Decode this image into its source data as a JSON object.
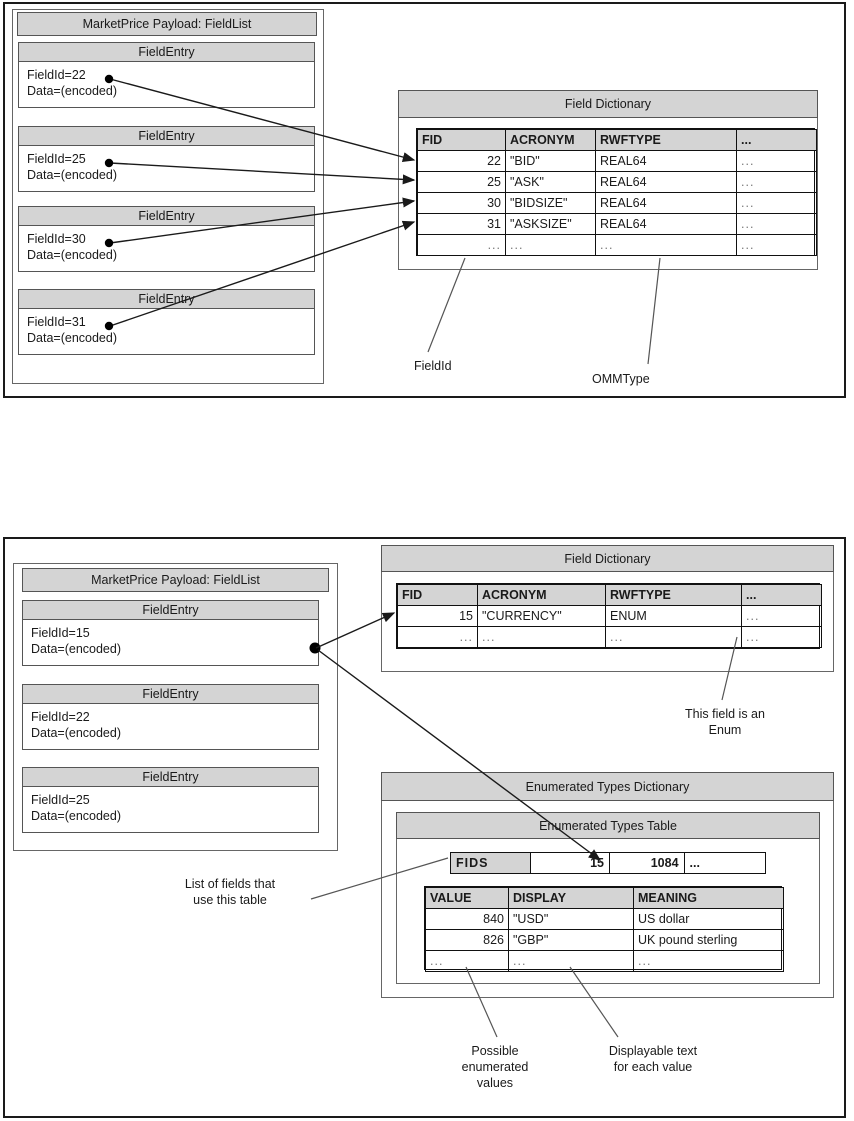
{
  "figure_top": {
    "payload_panel": {
      "title": "MarketPrice Payload: FieldList",
      "entries": [
        {
          "header": "FieldEntry",
          "field_id": "FieldId=22",
          "data": "Data=(encoded)"
        },
        {
          "header": "FieldEntry",
          "field_id": "FieldId=25",
          "data": "Data=(encoded)"
        },
        {
          "header": "FieldEntry",
          "field_id": "FieldId=30",
          "data": "Data=(encoded)"
        },
        {
          "header": "FieldEntry",
          "field_id": "FieldId=31",
          "data": "Data=(encoded)"
        }
      ]
    },
    "field_dictionary": {
      "title": "Field Dictionary",
      "columns": [
        "FID",
        "ACRONYM",
        "RWFTYPE",
        "..."
      ],
      "rows": [
        [
          "22",
          "\"BID\"",
          "REAL64",
          "..."
        ],
        [
          "25",
          "\"ASK\"",
          "REAL64",
          "..."
        ],
        [
          "30",
          "\"BIDSIZE\"",
          "REAL64",
          "..."
        ],
        [
          "31",
          "\"ASKSIZE\"",
          "REAL64",
          "..."
        ],
        [
          "...",
          "...",
          "...",
          "..."
        ]
      ]
    },
    "callouts": [
      {
        "text": "FieldId"
      },
      {
        "text": "OMMType"
      }
    ]
  },
  "figure_bottom": {
    "payload_panel": {
      "title": "MarketPrice Payload: FieldList",
      "entries": [
        {
          "header": "FieldEntry",
          "field_id": "FieldId=15",
          "data": "Data=(encoded)"
        },
        {
          "header": "FieldEntry",
          "field_id": "FieldId=22",
          "data": "Data=(encoded)"
        },
        {
          "header": "FieldEntry",
          "field_id": "FieldId=25",
          "data": "Data=(encoded)"
        }
      ]
    },
    "field_dictionary": {
      "title": "Field Dictionary",
      "columns": [
        "FID",
        "ACRONYM",
        "RWFTYPE",
        "..."
      ],
      "rows": [
        [
          "15",
          "\"CURRENCY\"",
          "ENUM",
          "..."
        ],
        [
          "...",
          "...",
          "...",
          "..."
        ]
      ]
    },
    "enum_dictionary": {
      "title": "Enumerated Types Dictionary",
      "table_title": "Enumerated Types Table",
      "fids_label": "FIDS",
      "fids_values": [
        "15",
        "1084",
        "..."
      ],
      "columns": [
        "VALUE",
        "DISPLAY",
        "MEANING"
      ],
      "rows": [
        [
          "840",
          "\"USD\"",
          "US dollar"
        ],
        [
          "826",
          "\"GBP\"",
          "UK pound sterling"
        ],
        [
          "...",
          "...",
          "..."
        ]
      ]
    },
    "callouts": [
      {
        "text_line1": "This field is an",
        "text_line2": "Enum"
      },
      {
        "text_line1": "List of fields that",
        "text_line2": "use this table"
      },
      {
        "text_line1": "Possible",
        "text_line2": "enumerated",
        "text_line3": "values"
      },
      {
        "text_line1": "Displayable text",
        "text_line2": "for each value"
      }
    ]
  },
  "colors": {
    "header_fill": "#d4d4d4",
    "line": "#1a1a1a",
    "background": "#ffffff"
  }
}
